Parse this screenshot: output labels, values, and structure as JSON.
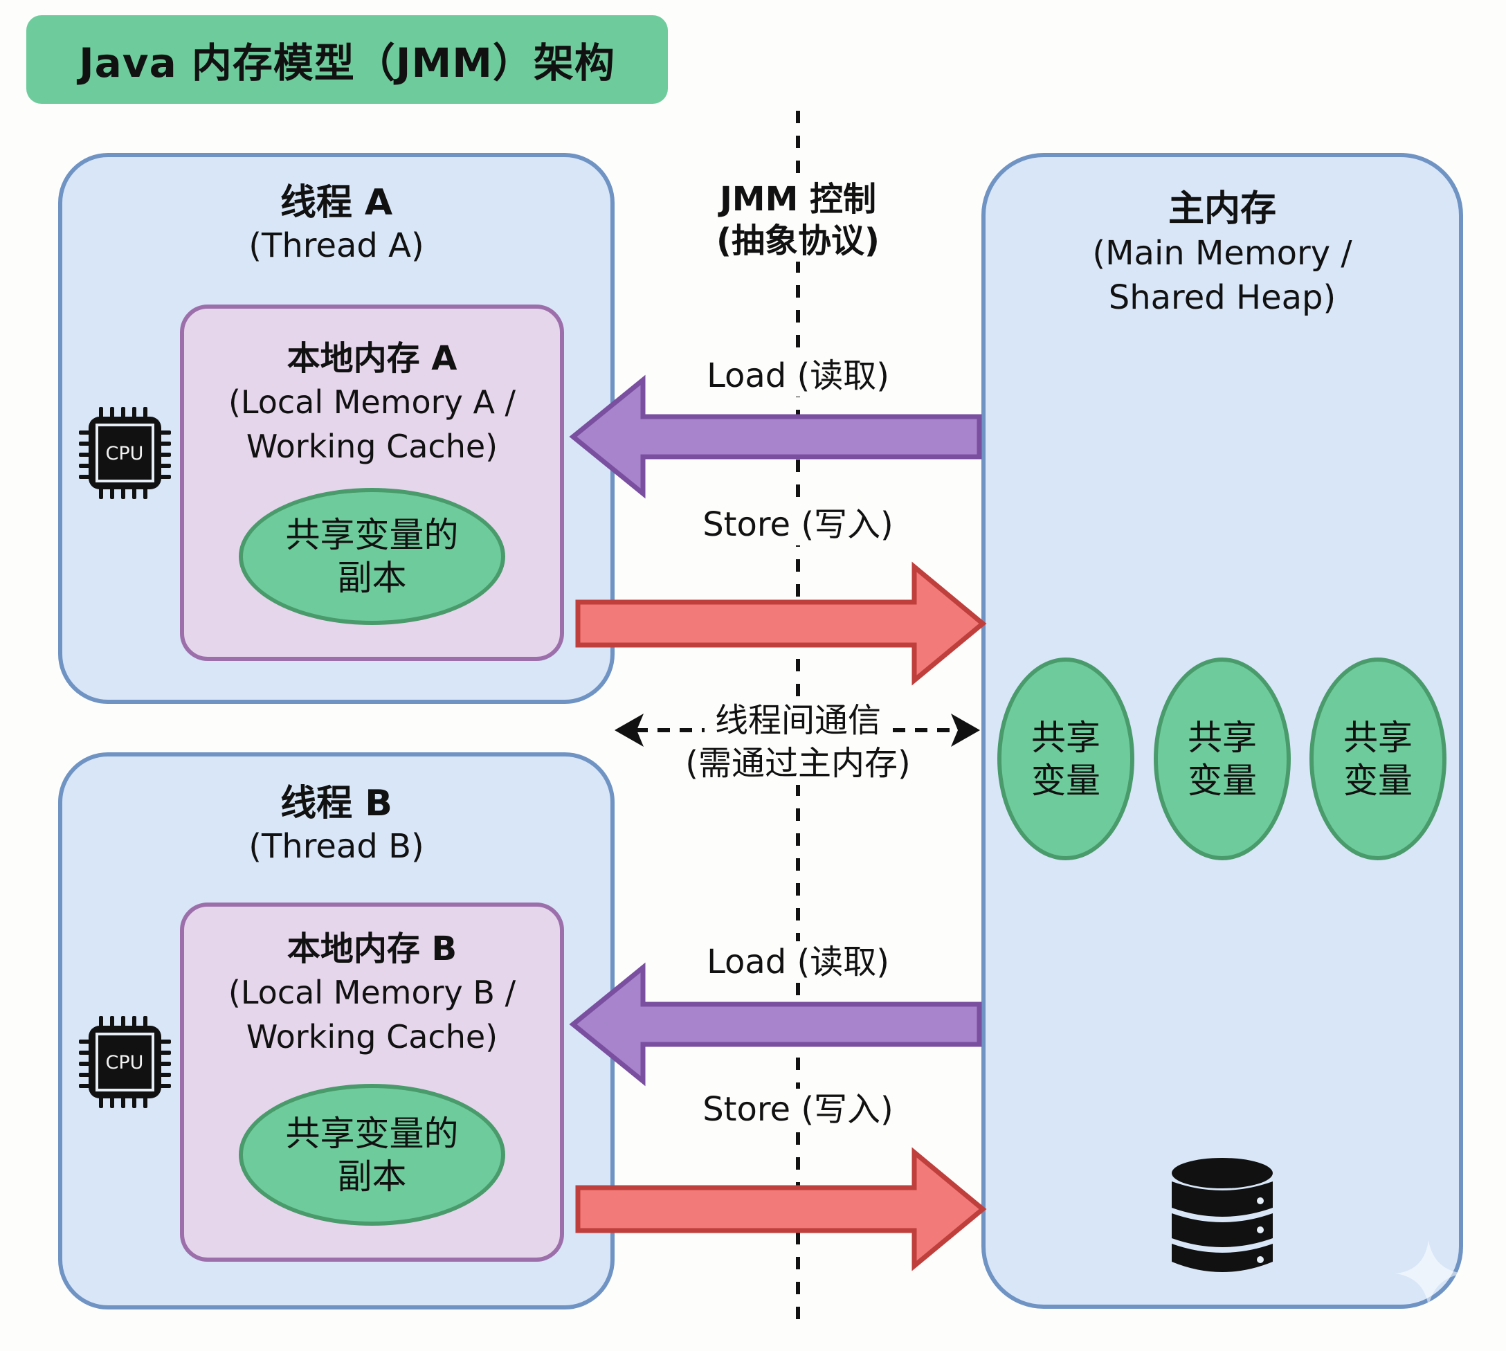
{
  "title": "Java 内存模型（JMM）架构",
  "colors": {
    "title_bg": "#6ecb9b",
    "thread_bg": "#d8e6f8",
    "thread_border": "#6f93c3",
    "local_bg": "#e6d6ec",
    "local_border": "#9c6fab",
    "variable_fill": "#6ecb9b",
    "variable_border": "#4a9b6c",
    "load_fill": "#a884cc",
    "load_stroke": "#7a4fa0",
    "store_fill": "#f27a78",
    "store_stroke": "#bf3f3d"
  },
  "jmm_control": {
    "line1": "JMM 控制",
    "line2": "(抽象协议)"
  },
  "threads": [
    {
      "title": "线程 A",
      "subtitle": "(Thread A)",
      "cpu_label": "CPU",
      "local_memory": {
        "title": "本地内存 A",
        "subtitle_line1": "(Local Memory A /",
        "subtitle_line2": "Working Cache)",
        "copy_line1": "共享变量的",
        "copy_line2": "副本"
      },
      "load_label": "Load (读取)",
      "store_label": "Store (写入)"
    },
    {
      "title": "线程 B",
      "subtitle": "(Thread B)",
      "cpu_label": "CPU",
      "local_memory": {
        "title": "本地内存 B",
        "subtitle_line1": "(Local Memory B /",
        "subtitle_line2": "Working Cache)",
        "copy_line1": "共享变量的",
        "copy_line2": "副本"
      },
      "load_label": "Load (读取)",
      "store_label": "Store (写入)"
    }
  ],
  "communication": {
    "line1": "线程间通信",
    "line2": "(需通过主内存)"
  },
  "main_memory": {
    "title": "主内存",
    "subtitle_line1": "(Main Memory /",
    "subtitle_line2": "Shared Heap)",
    "shared_variables": [
      {
        "line1": "共享",
        "line2": "变量"
      },
      {
        "line1": "共享",
        "line2": "变量"
      },
      {
        "line1": "共享",
        "line2": "变量"
      }
    ],
    "icon": "database-icon"
  },
  "icons": {
    "cpu": "cpu-chip-icon",
    "database": "database-icon",
    "watermark": "sparkle-icon"
  }
}
